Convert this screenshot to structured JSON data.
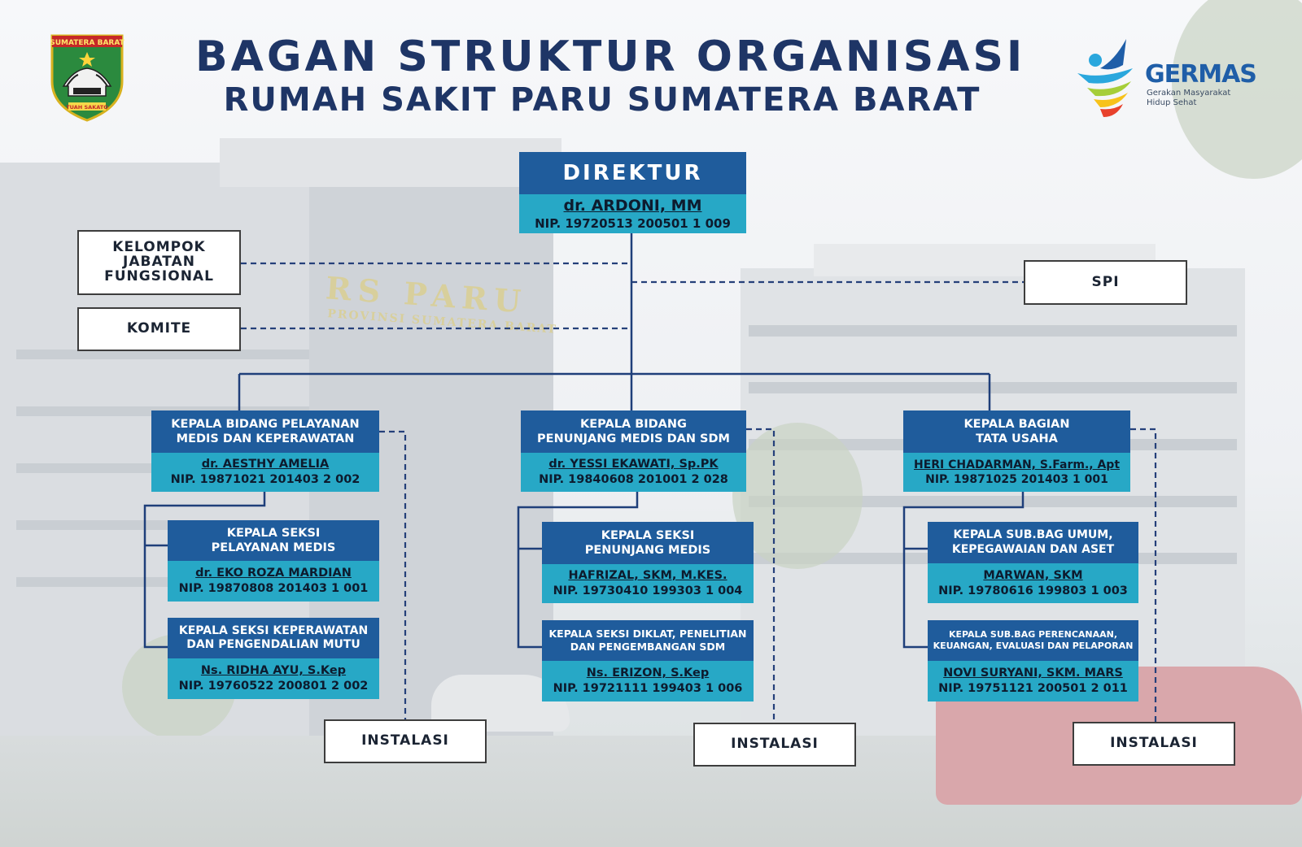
{
  "header": {
    "title_line1": "BAGAN STRUKTUR ORGANISASI",
    "title_line2": "RUMAH SAKIT PARU SUMATERA BARAT"
  },
  "logos": {
    "left_banner": "SUMATERA BARAT",
    "left_ribbon": "TUAH SAKATO",
    "right_name": "GERMAS",
    "right_tagline": "Gerakan Masyarakat Hidup Sehat"
  },
  "background": {
    "sign_line1": "RS PARU",
    "sign_line2": "PROVINSI SUMATERA BARAT"
  },
  "direktur": {
    "title": "DIREKTUR",
    "name": "dr. ARDONI, MM",
    "nip": "NIP. 19720513 200501 1 009"
  },
  "staff_boxes": {
    "fungsional": "KELOMPOK JABATAN FUNGSIONAL",
    "komite": "KOMITE",
    "spi": "SPI"
  },
  "bidang": [
    {
      "title_line1": "KEPALA BIDANG PELAYANAN",
      "title_line2": "MEDIS DAN KEPERAWATAN",
      "name": "dr. AESTHY AMELIA",
      "nip": "NIP. 19871021 201403 2 002",
      "sub": [
        {
          "title_line1": "KEPALA SEKSI",
          "title_line2": "PELAYANAN MEDIS",
          "name": "dr. EKO ROZA MARDIAN",
          "nip": "NIP. 19870808 201403 1 001"
        },
        {
          "title_line1": "KEPALA SEKSI KEPERAWATAN",
          "title_line2": "DAN PENGENDALIAN MUTU",
          "name": "Ns. RIDHA AYU, S.Kep",
          "nip": "NIP. 19760522 200801 2 002"
        }
      ],
      "instalasi": "INSTALASI"
    },
    {
      "title_line1": "KEPALA BIDANG",
      "title_line2": "PENUNJANG MEDIS DAN SDM",
      "name": "dr. YESSI EKAWATI, Sp.PK",
      "nip": "NIP. 19840608 201001 2 028",
      "sub": [
        {
          "title_line1": "KEPALA SEKSI",
          "title_line2": "PENUNJANG MEDIS",
          "name": "HAFRIZAL, SKM, M.KES.",
          "nip": "NIP. 19730410 199303 1 004"
        },
        {
          "title_line1": "KEPALA SEKSI DIKLAT, PENELITIAN",
          "title_line2": "DAN PENGEMBANGAN SDM",
          "name": "Ns. ERIZON, S.Kep",
          "nip": "NIP. 19721111 199403 1 006"
        }
      ],
      "instalasi": "INSTALASI"
    },
    {
      "title_line1": "KEPALA BAGIAN",
      "title_line2": "TATA USAHA",
      "name": "HERI CHADARMAN, S.Farm., Apt",
      "nip": "NIP. 19871025 201403 1 001",
      "sub": [
        {
          "title_line1": "KEPALA SUB.BAG UMUM,",
          "title_line2": "KEPEGAWAIAN DAN ASET",
          "name": "MARWAN, SKM",
          "nip": "NIP. 19780616 199803 1 003"
        },
        {
          "title_line1": "KEPALA SUB.BAG PERENCANAAN,",
          "title_line2": "KEUANGAN, EVALUASI DAN PELAPORAN",
          "name": "NOVI SURYANI, SKM. MARS",
          "nip": "NIP. 19751121 200501 2 011"
        }
      ],
      "instalasi": "INSTALASI"
    }
  ],
  "colors": {
    "title": "#1e3566",
    "box_head": "#1f5c9c",
    "box_body": "#27a8c6",
    "line_solid": "#1f3f7a",
    "line_dashed": "#25407a"
  }
}
